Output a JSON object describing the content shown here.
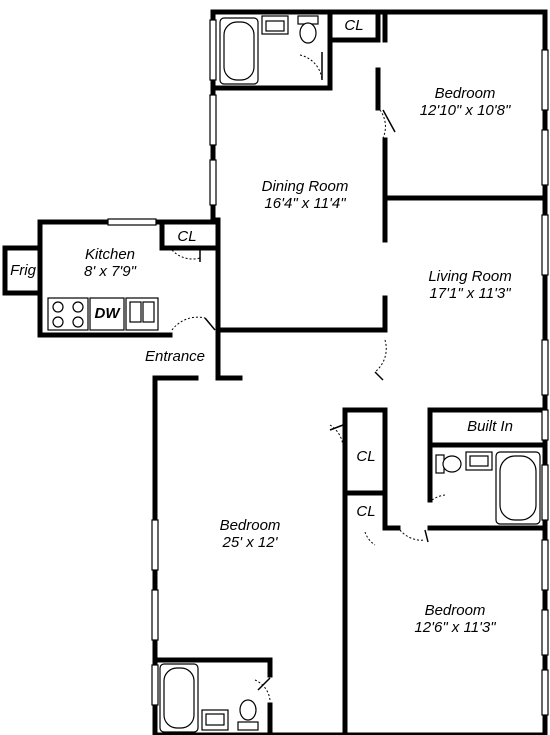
{
  "rooms": {
    "kitchen": {
      "name": "Kitchen",
      "dims": "8' x 7'9\""
    },
    "dining": {
      "name": "Dining Room",
      "dims": "16'4\" x 11'4\""
    },
    "bedroom_top": {
      "name": "Bedroom",
      "dims": "12'10\" x 10'8\""
    },
    "living": {
      "name": "Living Room",
      "dims": "17'1\" x 11'3\""
    },
    "bedroom_large": {
      "name": "Bedroom",
      "dims": "25' x 12'"
    },
    "bedroom_right": {
      "name": "Bedroom",
      "dims": "12'6\" x 11'3\""
    }
  },
  "labels": {
    "frig": "Frig",
    "dw": "DW",
    "entrance": "Entrance",
    "built_in": "Built In",
    "closet": "CL"
  }
}
